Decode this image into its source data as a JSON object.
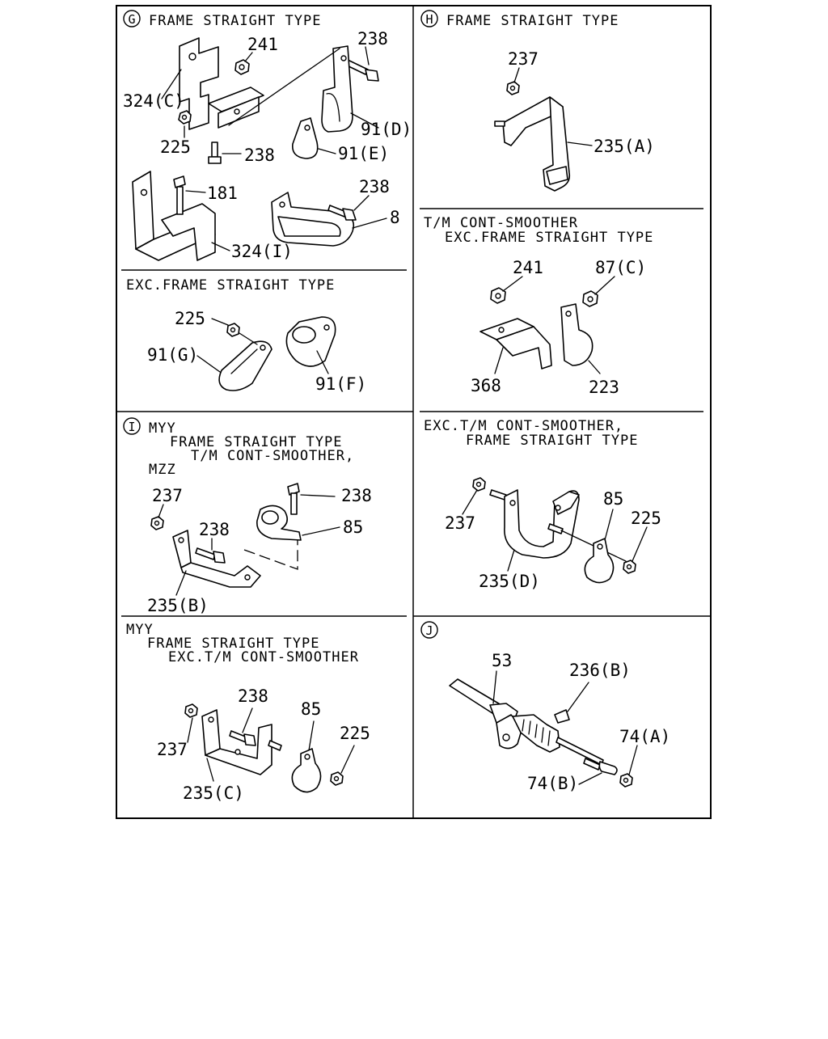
{
  "sections": {
    "G": {
      "marker": "G",
      "title": "FRAME STRAIGHT TYPE",
      "labels": [
        "241",
        "238",
        "324(C)",
        "91(D)",
        "225",
        "238",
        "91(E)",
        "181",
        "238",
        "8",
        "324(I)"
      ],
      "sub": {
        "title": "EXC.FRAME STRAIGHT TYPE",
        "labels": [
          "225",
          "91(G)",
          "91(F)"
        ]
      }
    },
    "H": {
      "marker": "H",
      "title": "FRAME STRAIGHT TYPE",
      "labels": [
        "237",
        "235(A)"
      ],
      "sub": {
        "title_line1": "T/M CONT-SMOOTHER",
        "title_line2": "EXC.FRAME STRAIGHT TYPE",
        "labels": [
          "241",
          "87(C)",
          "368",
          "223"
        ]
      }
    },
    "I": {
      "marker": "I",
      "title_line1": "MYY",
      "title_line2": "FRAME STRAIGHT TYPE",
      "title_line3": "T/M CONT-SMOOTHER,",
      "title_line4": "MZZ",
      "labels": [
        "237",
        "238",
        "238",
        "85",
        "235(B)"
      ],
      "sub": {
        "title_line1": "MYY",
        "title_line2": "FRAME STRAIGHT TYPE",
        "title_line3": "EXC.T/M CONT-SMOOTHER",
        "labels": [
          "238",
          "85",
          "225",
          "237",
          "235(C)"
        ]
      }
    },
    "K": {
      "title_line1": "EXC.T/M CONT-SMOOTHER,",
      "title_line2": "FRAME STRAIGHT TYPE",
      "labels": [
        "237",
        "85",
        "225",
        "235(D)"
      ]
    },
    "J": {
      "marker": "J",
      "labels": [
        "53",
        "236(B)",
        "74(A)",
        "74(B)"
      ]
    }
  }
}
